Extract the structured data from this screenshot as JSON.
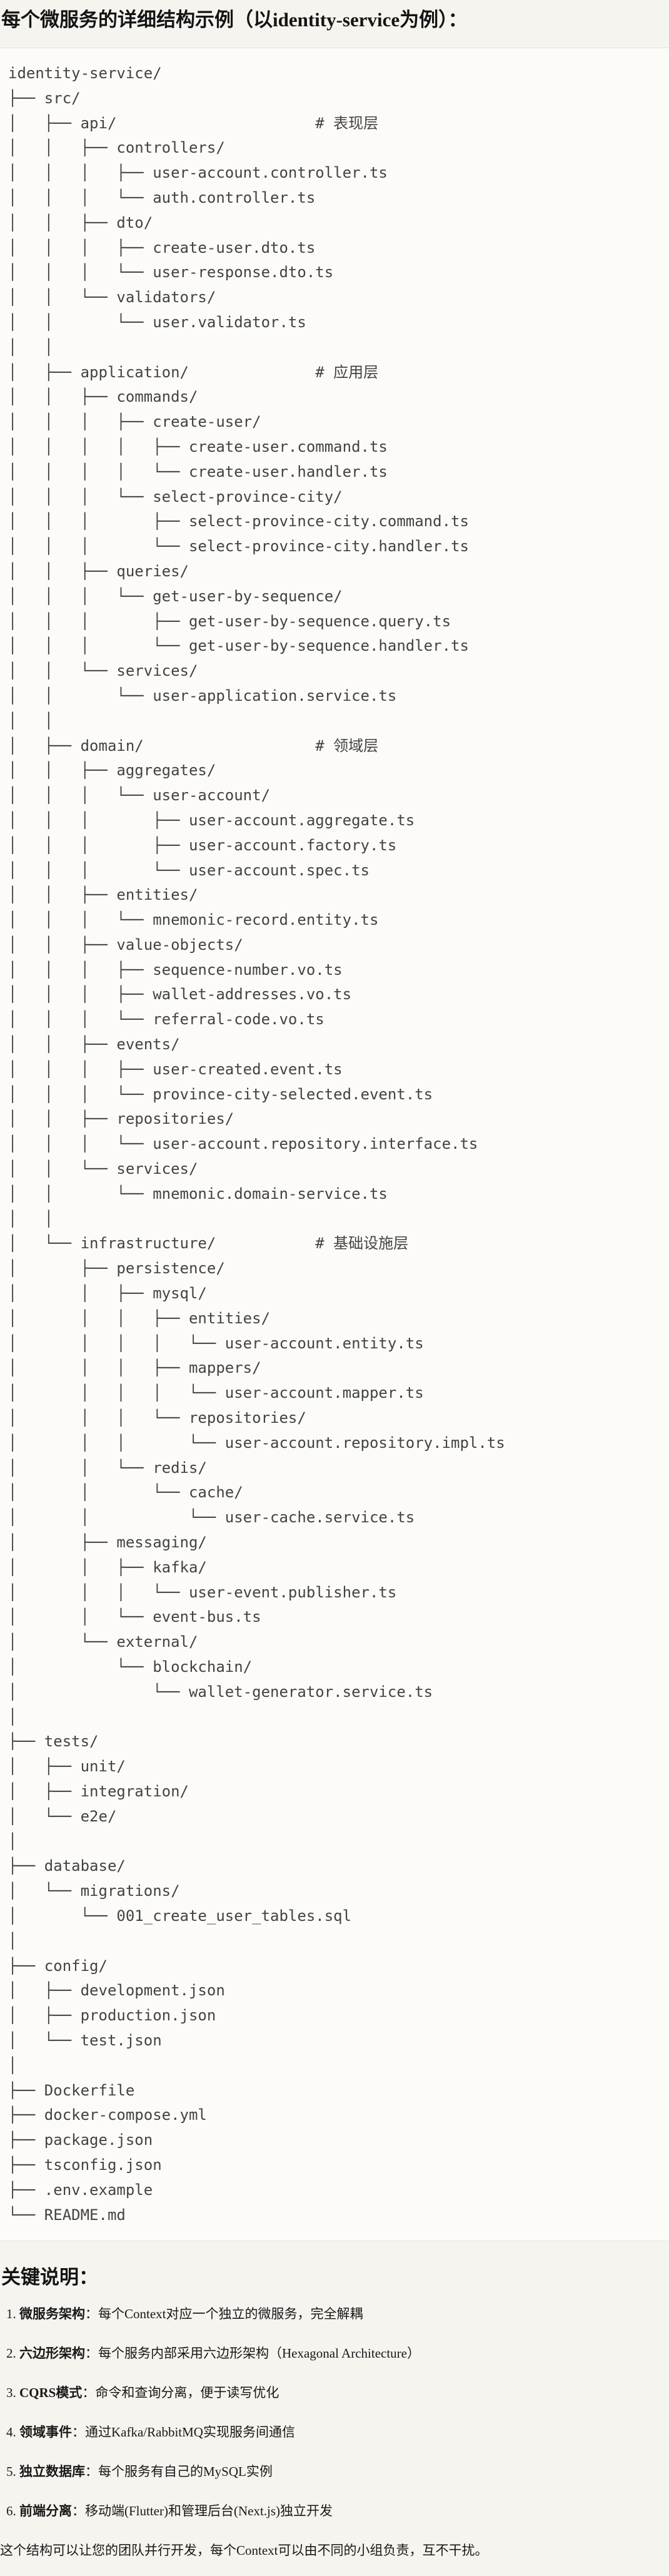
{
  "header": {
    "title": "每个微服务的详细结构示例（以identity-service为例）："
  },
  "tree": {
    "text": "identity-service/\n├── src/\n│   ├── api/                      # 表现层\n│   │   ├── controllers/\n│   │   │   ├── user-account.controller.ts\n│   │   │   └── auth.controller.ts\n│   │   ├── dto/\n│   │   │   ├── create-user.dto.ts\n│   │   │   └── user-response.dto.ts\n│   │   └── validators/\n│   │       └── user.validator.ts\n│   │\n│   ├── application/              # 应用层\n│   │   ├── commands/\n│   │   │   ├── create-user/\n│   │   │   │   ├── create-user.command.ts\n│   │   │   │   └── create-user.handler.ts\n│   │   │   └── select-province-city/\n│   │   │       ├── select-province-city.command.ts\n│   │   │       └── select-province-city.handler.ts\n│   │   ├── queries/\n│   │   │   └── get-user-by-sequence/\n│   │   │       ├── get-user-by-sequence.query.ts\n│   │   │       └── get-user-by-sequence.handler.ts\n│   │   └── services/\n│   │       └── user-application.service.ts\n│   │\n│   ├── domain/                   # 领域层\n│   │   ├── aggregates/\n│   │   │   └── user-account/\n│   │   │       ├── user-account.aggregate.ts\n│   │   │       ├── user-account.factory.ts\n│   │   │       └── user-account.spec.ts\n│   │   ├── entities/\n│   │   │   └── mnemonic-record.entity.ts\n│   │   ├── value-objects/\n│   │   │   ├── sequence-number.vo.ts\n│   │   │   ├── wallet-addresses.vo.ts\n│   │   │   └── referral-code.vo.ts\n│   │   ├── events/\n│   │   │   ├── user-created.event.ts\n│   │   │   └── province-city-selected.event.ts\n│   │   ├── repositories/\n│   │   │   └── user-account.repository.interface.ts\n│   │   └── services/\n│   │       └── mnemonic.domain-service.ts\n│   │\n│   └── infrastructure/           # 基础设施层\n│       ├── persistence/\n│       │   ├── mysql/\n│       │   │   ├── entities/\n│       │   │   │   └── user-account.entity.ts\n│       │   │   ├── mappers/\n│       │   │   │   └── user-account.mapper.ts\n│       │   │   └── repositories/\n│       │   │       └── user-account.repository.impl.ts\n│       │   └── redis/\n│       │       └── cache/\n│       │           └── user-cache.service.ts\n│       ├── messaging/\n│       │   ├── kafka/\n│       │   │   └── user-event.publisher.ts\n│       │   └── event-bus.ts\n│       └── external/\n│           └── blockchain/\n│               └── wallet-generator.service.ts\n│\n├── tests/\n│   ├── unit/\n│   ├── integration/\n│   └── e2e/\n│\n├── database/\n│   └── migrations/\n│       └── 001_create_user_tables.sql\n│\n├── config/\n│   ├── development.json\n│   ├── production.json\n│   └── test.json\n│\n├── Dockerfile\n├── docker-compose.yml\n├── package.json\n├── tsconfig.json\n├── .env.example\n└── README.md"
  },
  "notes": {
    "title": "关键说明：",
    "items": [
      {
        "num": "1. ",
        "term": "微服务架构",
        "rest": "：每个Context对应一个独立的微服务，完全解耦"
      },
      {
        "num": "2. ",
        "term": "六边形架构",
        "rest": "：每个服务内部采用六边形架构（Hexagonal Architecture）"
      },
      {
        "num": "3. ",
        "term": "CQRS模式",
        "rest": "：命令和查询分离，便于读写优化"
      },
      {
        "num": "4. ",
        "term": "领域事件",
        "rest": "：通过Kafka/RabbitMQ实现服务间通信"
      },
      {
        "num": "5. ",
        "term": "独立数据库",
        "rest": "：每个服务有自己的MySQL实例"
      },
      {
        "num": "6. ",
        "term": "前端分离",
        "rest": "：移动端(Flutter)和管理后台(Next.js)独立开发"
      }
    ]
  },
  "footer": {
    "text": "这个结构可以让您的团队并行开发，每个Context可以由不同的小组负责，互不干扰。"
  },
  "colors": {
    "page_background": "#f6f4ef",
    "code_background": "#fcfbf8",
    "code_border": "#e5e3db",
    "tree_text": "#434343",
    "heading_text": "#141414",
    "body_text": "#181818"
  }
}
